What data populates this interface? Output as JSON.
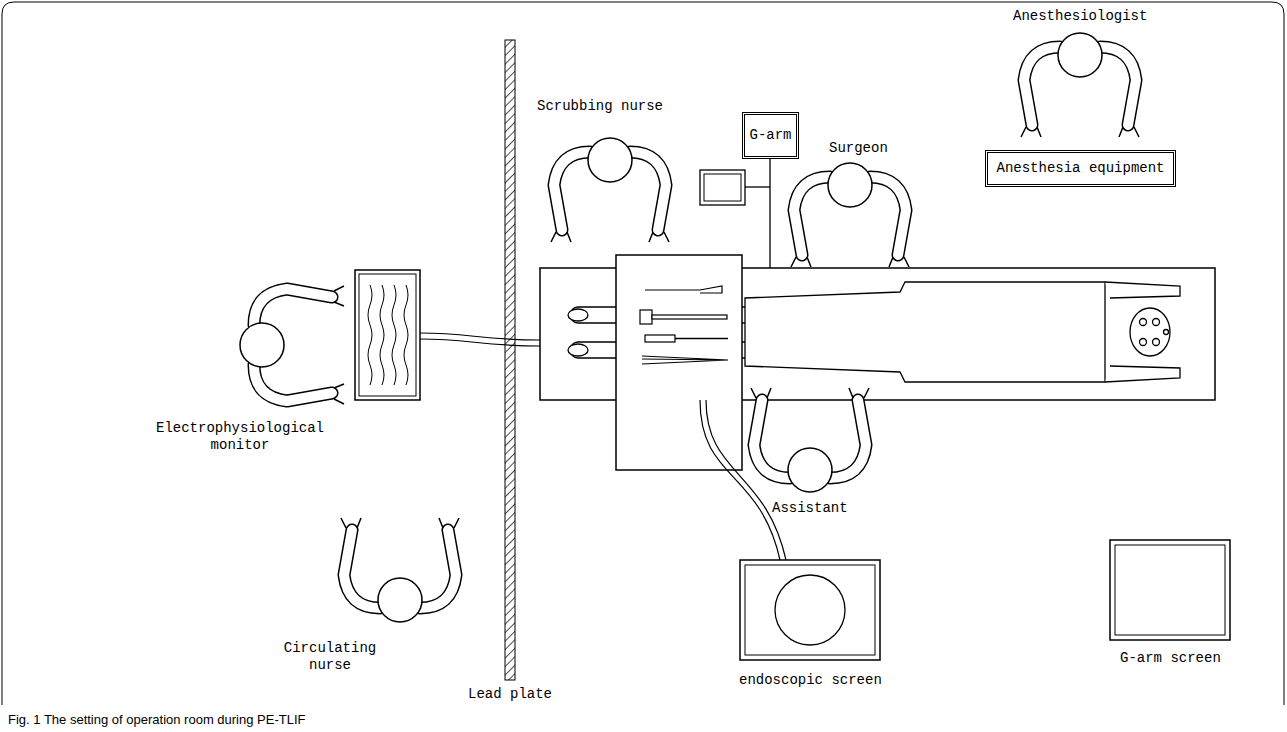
{
  "diagram": {
    "caption": "Fig. 1 The setting of operation room during PE-TLIF",
    "nodes": [
      {
        "text": [
          "Anesthesia equipment"
        ]
      },
      {
        "text": [
          "G-arm"
        ]
      }
    ],
    "labels": [
      "Anesthesiologist",
      "Scrubbing nurse",
      "Surgeon",
      "Electrophysiological monitor",
      "Circulating nurse",
      "Lead plate",
      "Assistant",
      "endoscopic screen",
      "G-arm screen"
    ]
  }
}
